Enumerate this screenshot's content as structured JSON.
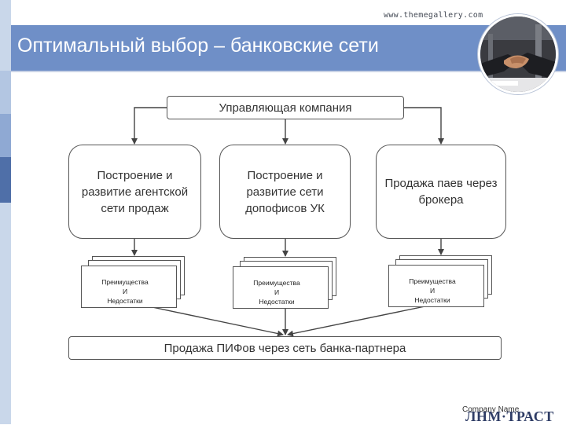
{
  "website": "www.themegallery.com",
  "title": "Оптимальный выбор – банковские сети",
  "diagram": {
    "top": "Управляющая компания",
    "branches": [
      "Построение и развитие агентской сети продаж",
      "Построение и развитие сети допофисов УК",
      "Продажа паев через брокера"
    ],
    "pros_cons": [
      "Преимущества",
      "И",
      "Недостатки"
    ],
    "bottom": "Продажа ПИФов через сеть банка-партнера"
  },
  "footer": {
    "company_name": "Company Name",
    "logo_text": "ЛНМ·ТРАСТ"
  },
  "colors": {
    "header": "#6f8fc7",
    "strip": "#c9d7ea",
    "strip_dark": "#4f6fa8"
  },
  "icons": [
    "handshake-photo"
  ]
}
